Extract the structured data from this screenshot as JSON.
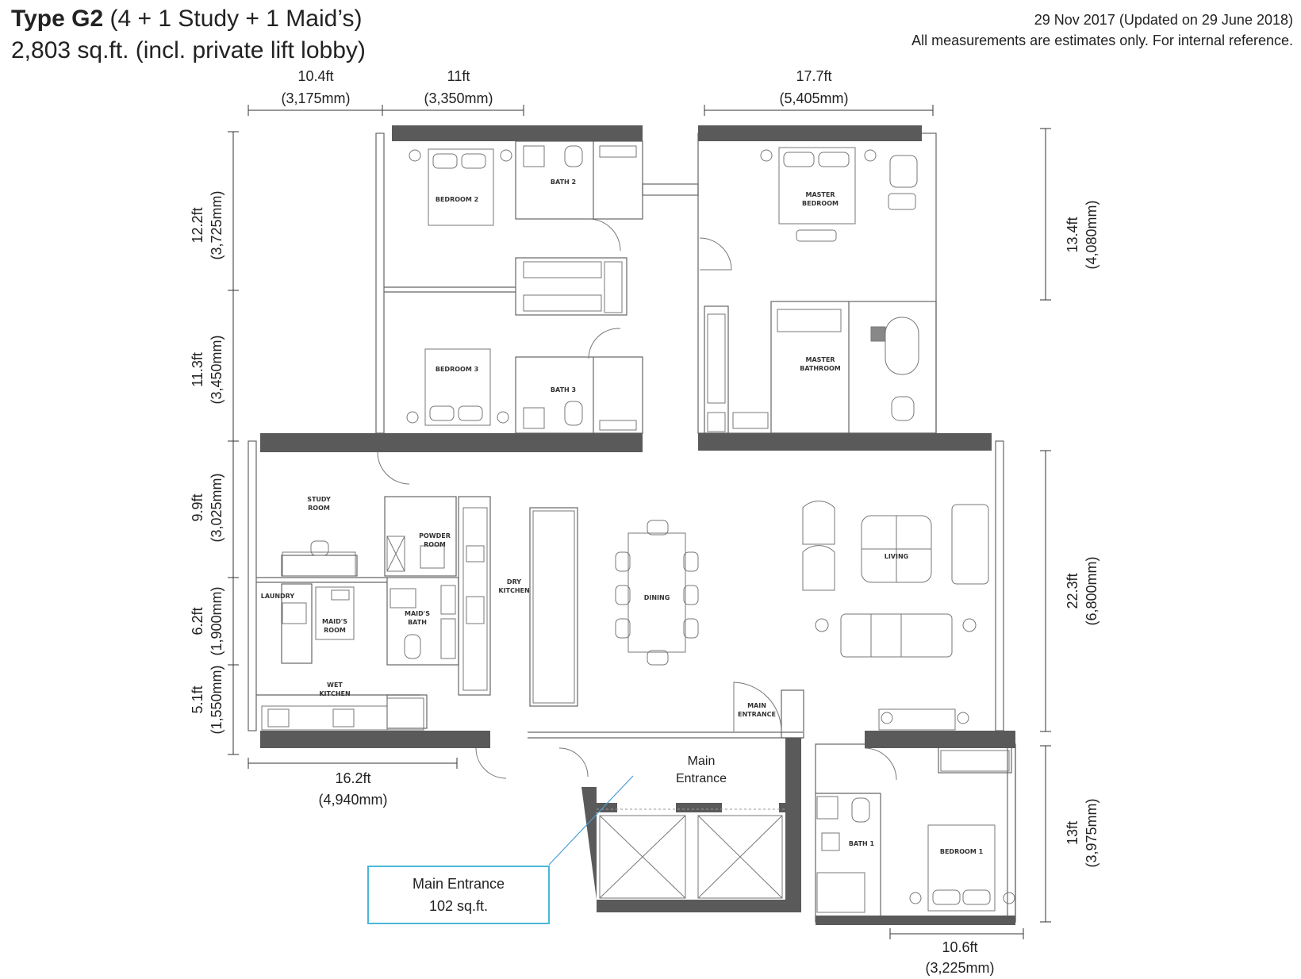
{
  "header": {
    "type_label": "Type G2",
    "type_desc": "(4 + 1 Study + 1 Maid’s)",
    "area": "2,803 sq.ft. (incl. private lift lobby)",
    "date": "29 Nov 2017 (Updated on 29 June 2018)",
    "disclaimer": "All measurements are estimates only. For internal reference."
  },
  "rooms": {
    "bedroom2": "BEDROOM 2",
    "bath2": "BATH 2",
    "master_bedroom_1": "MASTER",
    "master_bedroom_2": "BEDROOM",
    "bedroom3": "BEDROOM 3",
    "bath3": "BATH 3",
    "master_bathroom_1": "MASTER",
    "master_bathroom_2": "BATHROOM",
    "study_1": "STUDY",
    "study_2": "ROOM",
    "powder_1": "POWDER",
    "powder_2": "ROOM",
    "dry_kitchen_1": "DRY",
    "dry_kitchen_2": "KITCHEN",
    "dining": "DINING",
    "living": "LIVING",
    "laundry": "LAUNDRY",
    "maids_room_1": "MAID'S",
    "maids_room_2": "ROOM",
    "maids_bath_1": "MAID'S",
    "maids_bath_2": "BATH",
    "wet_kitchen_1": "WET",
    "wet_kitchen_2": "KITCHEN",
    "main_entrance_small_1": "MAIN",
    "main_entrance_small_2": "ENTRANCE",
    "bath1": "BATH 1",
    "bedroom1": "BEDROOM 1"
  },
  "dimensions": {
    "top1_ft": "10.4ft",
    "top1_mm": "(3,175mm)",
    "top2_ft": "11ft",
    "top2_mm": "(3,350mm)",
    "top3_ft": "17.7ft",
    "top3_mm": "(5,405mm)",
    "left1_ft": "12.2ft",
    "left1_mm": "(3,725mm)",
    "left2_ft": "11.3ft",
    "left2_mm": "(3,450mm)",
    "left3_ft": "9.9ft",
    "left3_mm": "(3,025mm)",
    "left4_ft": "6.2ft",
    "left4_mm": "(1,900mm)",
    "left5_ft": "5.1ft",
    "left5_mm": "(1,550mm)",
    "right1_ft": "13.4ft",
    "right1_mm": "(4,080mm)",
    "right2_ft": "22.3ft",
    "right2_mm": "(6,800mm)",
    "right3_ft": "13ft",
    "right3_mm": "(3,975mm)",
    "bottom1_ft": "16.2ft",
    "bottom1_mm": "(4,940mm)",
    "bottom2_ft": "10.6ft",
    "bottom2_mm": "(3,225mm)"
  },
  "annotations": {
    "entrance_1": "Main",
    "entrance_2": "Entrance",
    "callout_1": "Main Entrance",
    "callout_2": "102 sq.ft."
  },
  "colors": {
    "wall": "#5a5a5a",
    "callout_border": "#4ab8d8",
    "leader": "#4a9fd0"
  }
}
